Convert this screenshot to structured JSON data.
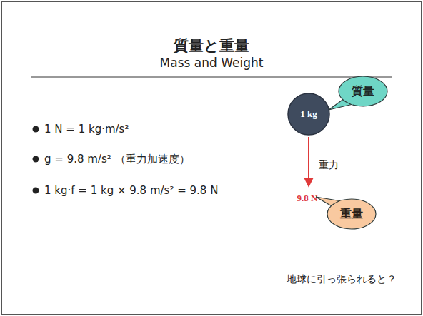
{
  "diagram": {
    "title": "質量と重量",
    "nodes": [
      {
        "text": [
          "1 kg"
        ]
      },
      {
        "text": [
          "質量"
        ]
      },
      {
        "text": [
          "重量"
        ]
      }
    ],
    "labels": [
      "Mass and Weight",
      "1 N = 1 kg·m/s²",
      "g = 9.8 m/s² （重力加速度）",
      "1 kg·f = 1 kg × 9.8 m/s² = 9.8 N",
      "重力",
      "9.8 N",
      "地球に引っ張られると？"
    ]
  }
}
